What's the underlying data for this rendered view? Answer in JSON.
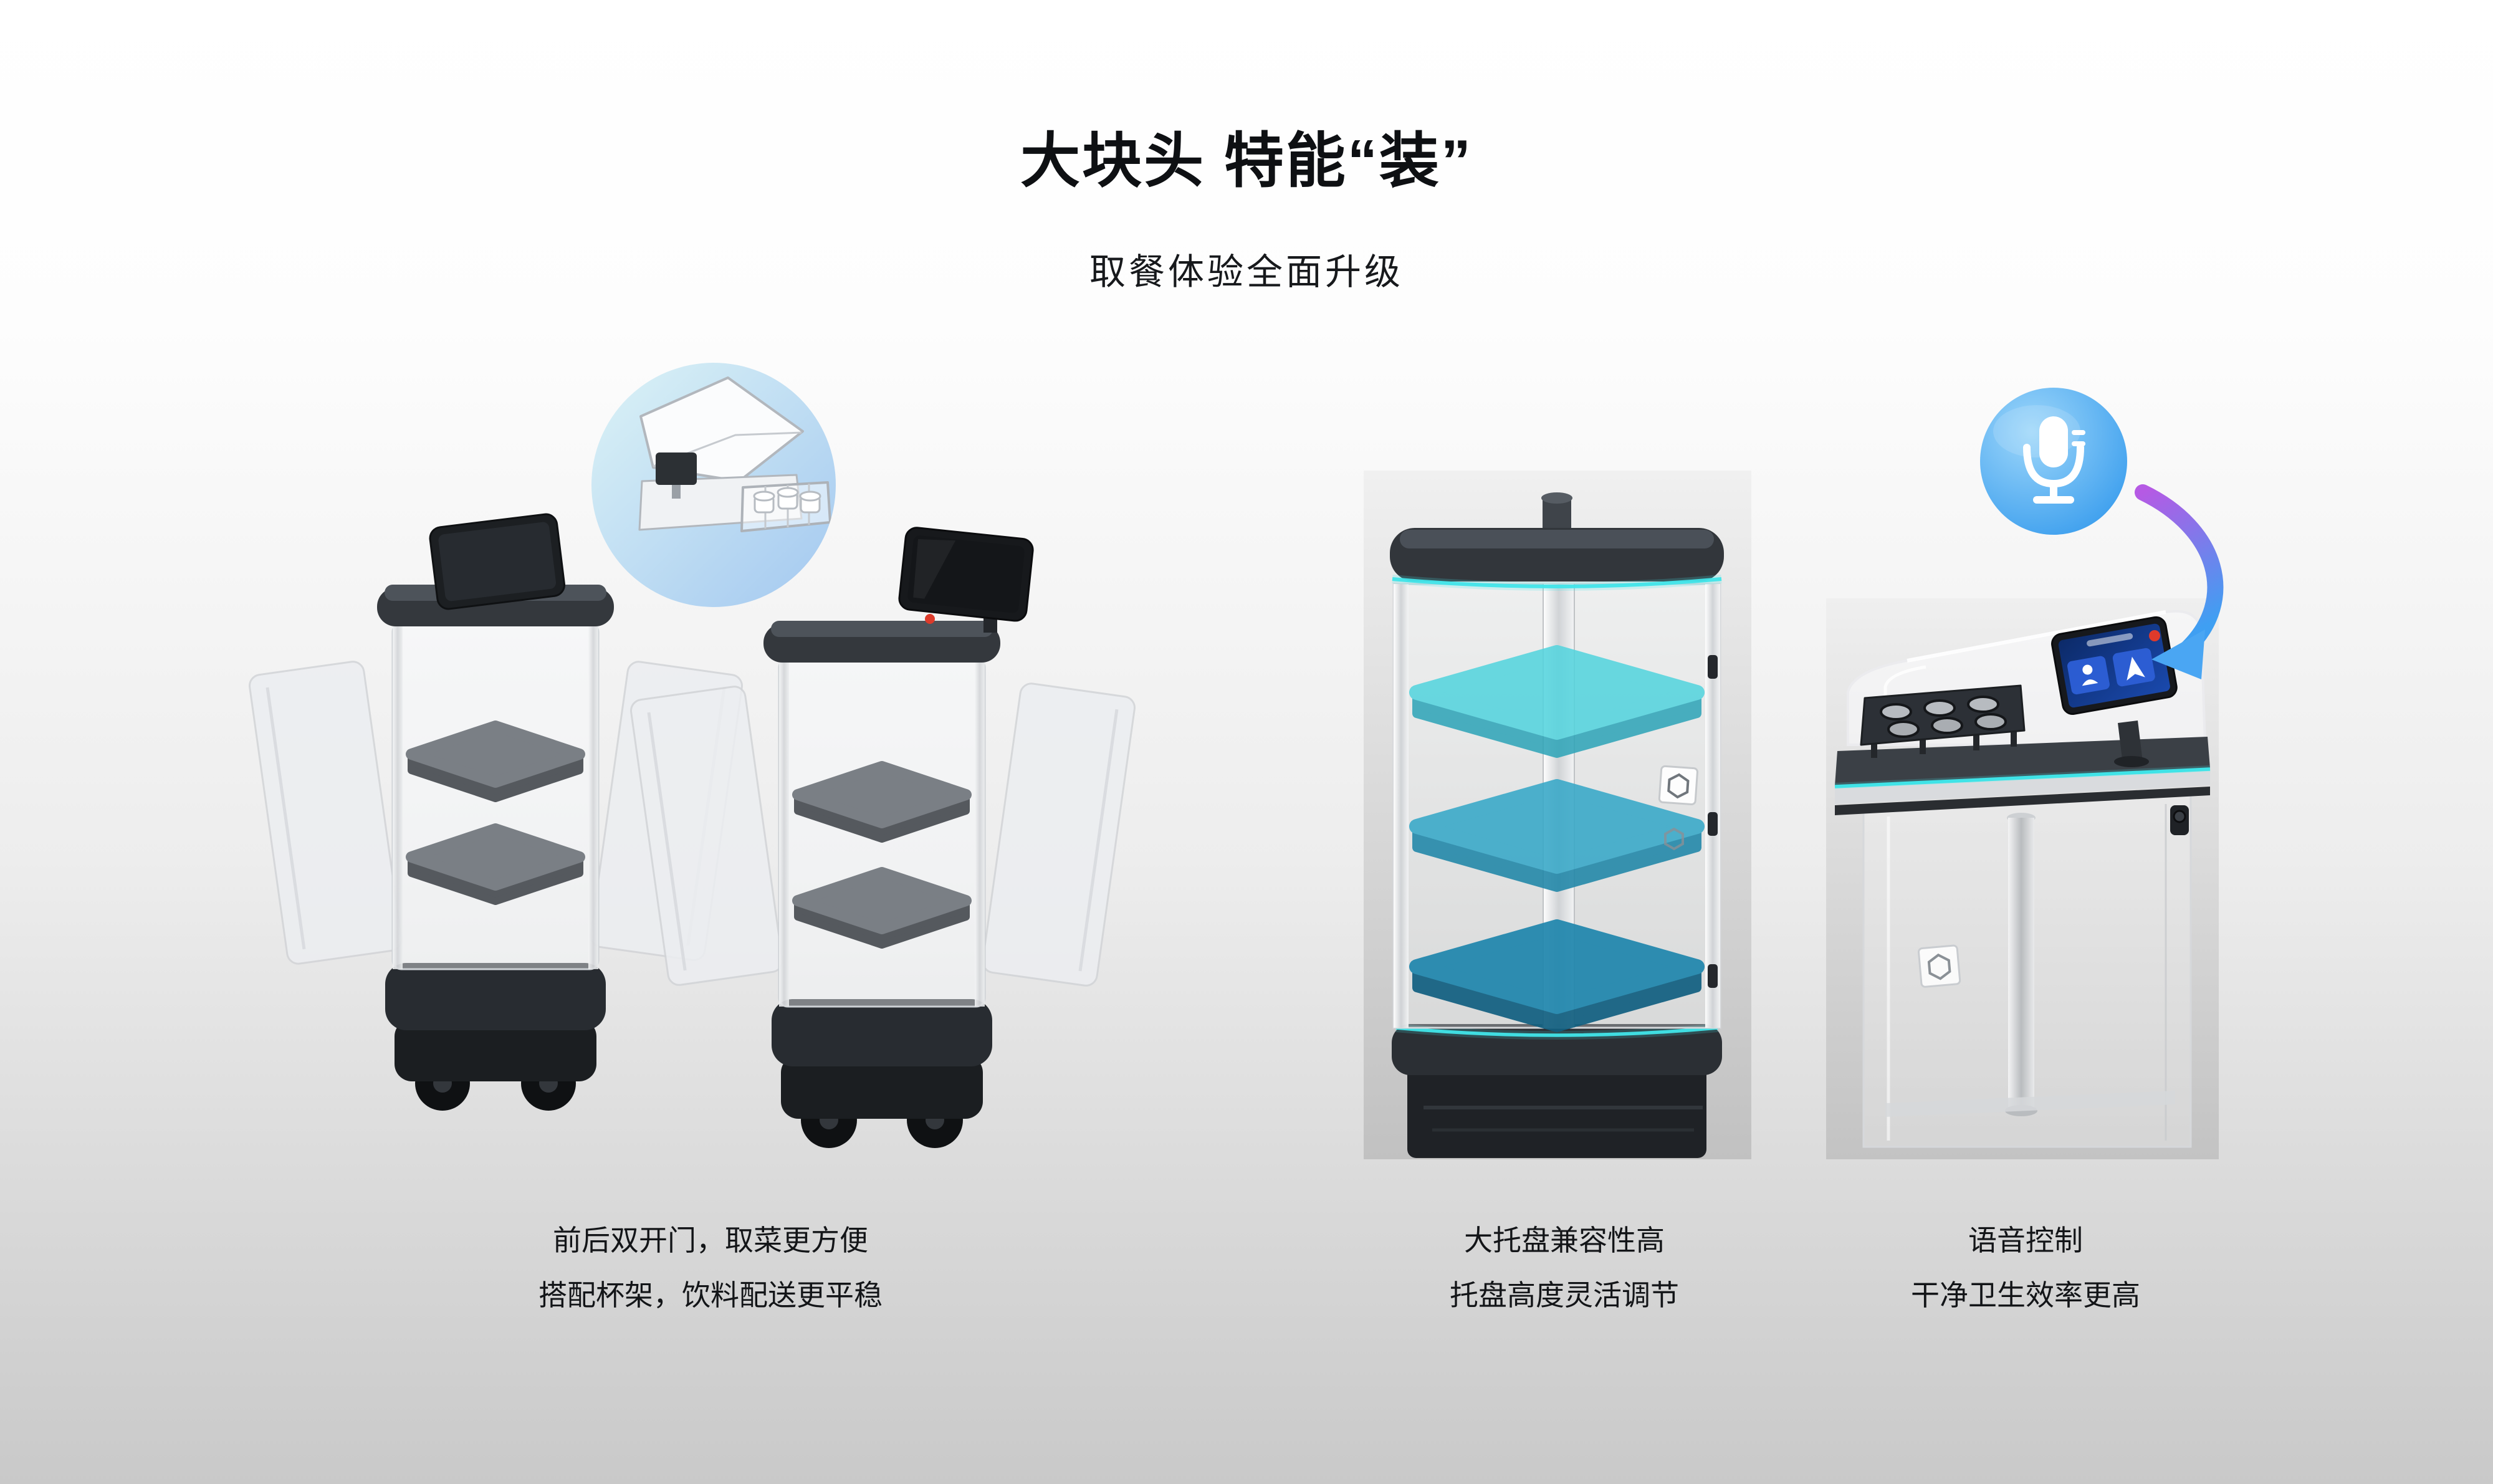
{
  "page": {
    "title": "大块头 特能“装”",
    "subtitle": "取餐体验全面升级"
  },
  "features": [
    {
      "id": "double-doors",
      "caption_line1": "前后双开门，取菜更方便",
      "caption_line2": "搭配杯架，饮料配送更平稳"
    },
    {
      "id": "adjustable-trays",
      "caption_line1": "大托盘兼容性高",
      "caption_line2": "托盘高度灵活调节"
    },
    {
      "id": "voice-control",
      "caption_line1": "语音控制",
      "caption_line2": "干净卫生效率更高"
    }
  ],
  "icons": {
    "microphone": "microphone-icon",
    "curved_arrow": "curved-arrow-icon",
    "cup_holder_inset": "cup-holder-inset",
    "brand_badge": "hexagon-brand-badge"
  },
  "colors": {
    "accent_cyan": "#41e5e9",
    "tray_teal_light": "#52d4de",
    "tray_teal_mid": "#37a8c8",
    "tray_teal_dark": "#1f86ad",
    "mic_blue": "#2f97ec",
    "arrow_purple": "#b55ae4",
    "screen_blue": "#1a49ad",
    "status_red": "#df3a2b",
    "robot_dark": "#2b2f34"
  }
}
